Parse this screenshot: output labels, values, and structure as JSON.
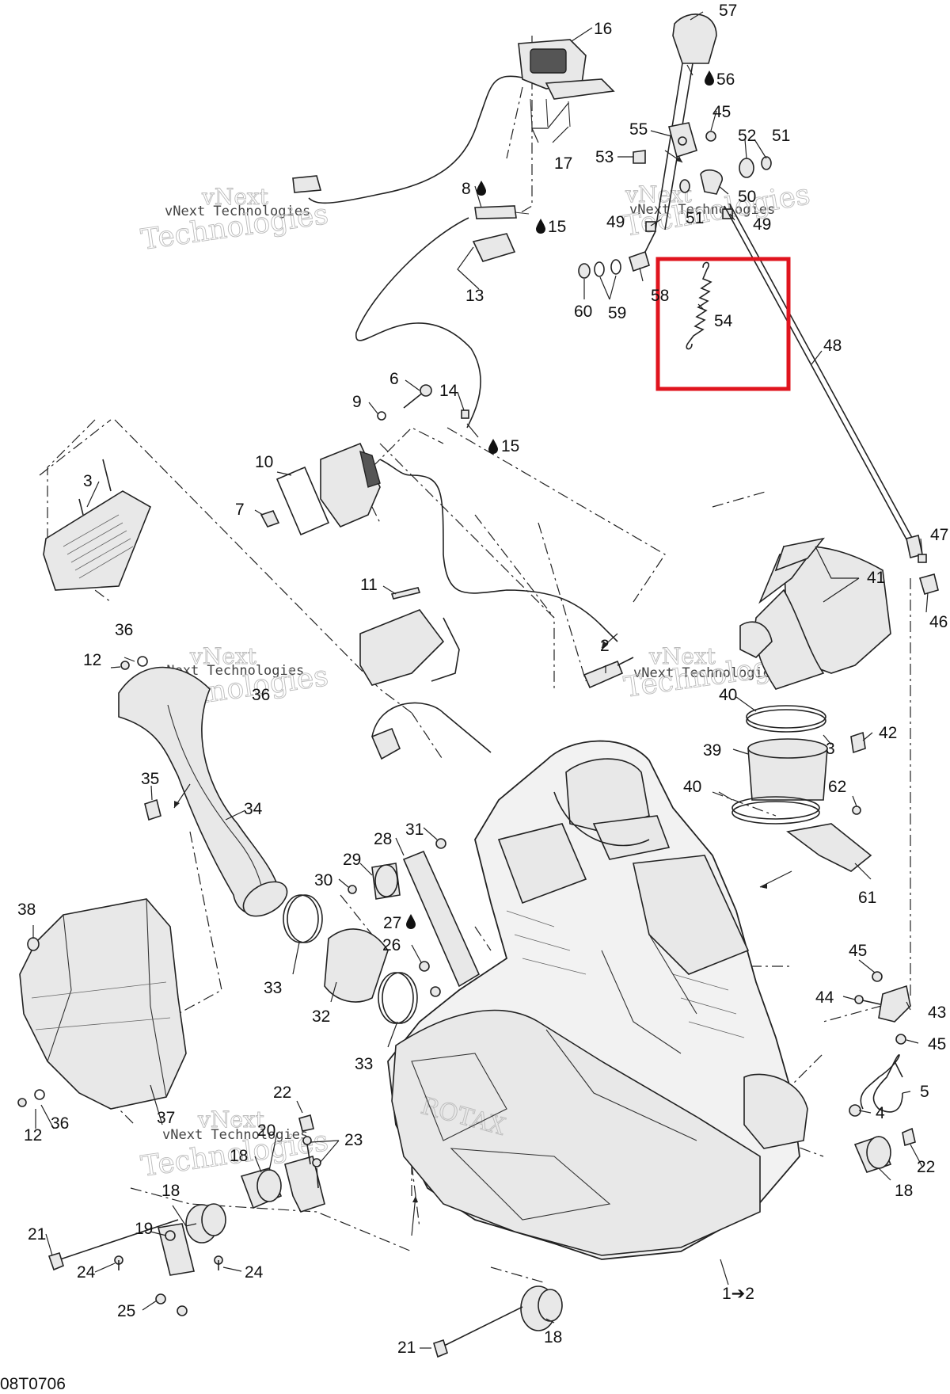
{
  "diagram": {
    "code": "08T0706",
    "watermark_lines": [
      "vNext",
      "Technologies"
    ],
    "watermark_small": "vNext Technologies",
    "drop_icon": "oil-drop-icon",
    "highlight_color": "#e0141e",
    "highlighted_part": "54",
    "callouts": {
      "c57": "57",
      "c56": "56",
      "c16": "16",
      "c45a": "45",
      "c55": "55",
      "c52": "52",
      "c51a": "51",
      "c53": "53",
      "c17": "17",
      "c50": "50",
      "c8": "8",
      "c15a": "15",
      "c49a": "49",
      "c51b": "51",
      "c49b": "49",
      "c13": "13",
      "c58": "58",
      "c60": "60",
      "c59": "59",
      "c54": "54",
      "c48": "48",
      "c6": "6",
      "c14": "14",
      "c9": "9",
      "c15b": "15",
      "c10": "10",
      "c3a": "3",
      "c7": "7",
      "c11": "11",
      "c47": "47",
      "c41": "41",
      "c46": "46",
      "c36a": "36",
      "c12a": "12",
      "c36b": "36",
      "c2": "2",
      "c40a": "40",
      "c42": "42",
      "c3b": "3",
      "c39": "39",
      "c35": "35",
      "c34": "34",
      "c40b": "40",
      "c62": "62",
      "c31": "31",
      "c28": "28",
      "c29": "29",
      "c30": "30",
      "c61": "61",
      "c38": "38",
      "c27": "27",
      "c26": "26",
      "c33a": "33",
      "c32": "32",
      "c45b": "45",
      "c44": "44",
      "c43": "43",
      "c45c": "45",
      "c33b": "33",
      "c5": "5",
      "c22a": "22",
      "c4": "4",
      "c20": "20",
      "c23": "23",
      "c18a": "18",
      "c37": "37",
      "c12b": "12",
      "c36c": "36",
      "c22b": "22",
      "c18b": "18",
      "c18c": "18",
      "c19": "19",
      "c21a": "21",
      "c24a": "24",
      "c24b": "24",
      "c1": "1➔2",
      "c25": "25",
      "c21b": "21",
      "c18d": "18"
    }
  }
}
